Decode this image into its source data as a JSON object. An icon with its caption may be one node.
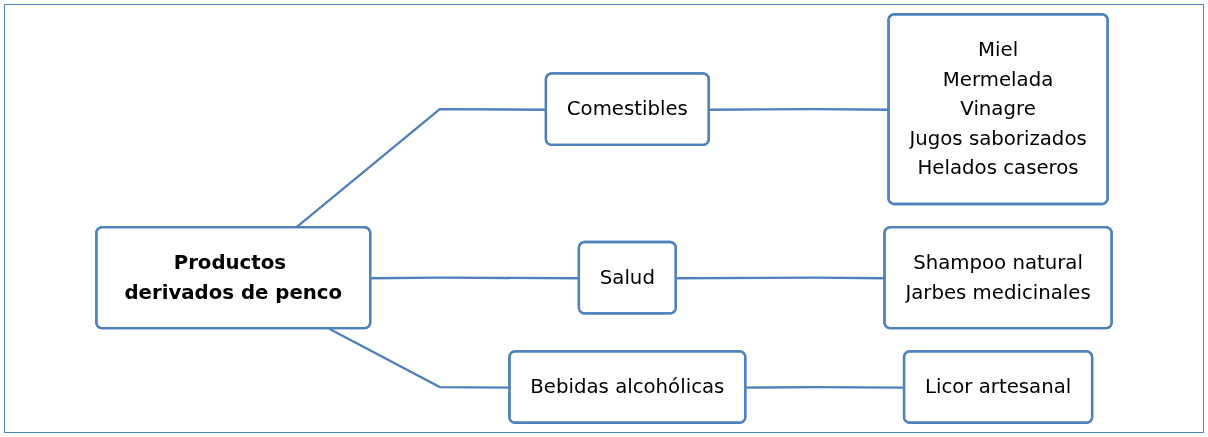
{
  "diagram": {
    "nodes": [
      {
        "text": [
          "Productos derivados de penco"
        ]
      },
      {
        "text": [
          "Comestibles"
        ]
      },
      {
        "text": [
          "Salud"
        ]
      },
      {
        "text": [
          "Bebidas alcohólicas"
        ]
      },
      {
        "text": [
          "Miel",
          "Mermelada",
          "Vinagre",
          "Jugos saborizados",
          "Helados caseros"
        ]
      },
      {
        "text": [
          "Shampoo natural",
          "Jarbes medicinales"
        ]
      },
      {
        "text": [
          "Licor artesanal"
        ]
      }
    ],
    "edges": [
      {
        "from": 0,
        "to": 1,
        "arrow": "none"
      },
      {
        "from": 0,
        "to": 2,
        "arrow": "none"
      },
      {
        "from": 0,
        "to": 3,
        "arrow": "none"
      },
      {
        "from": 1,
        "to": 4,
        "arrow": "none"
      },
      {
        "from": 2,
        "to": 5,
        "arrow": "none"
      },
      {
        "from": 3,
        "to": 6,
        "arrow": "none"
      }
    ]
  }
}
